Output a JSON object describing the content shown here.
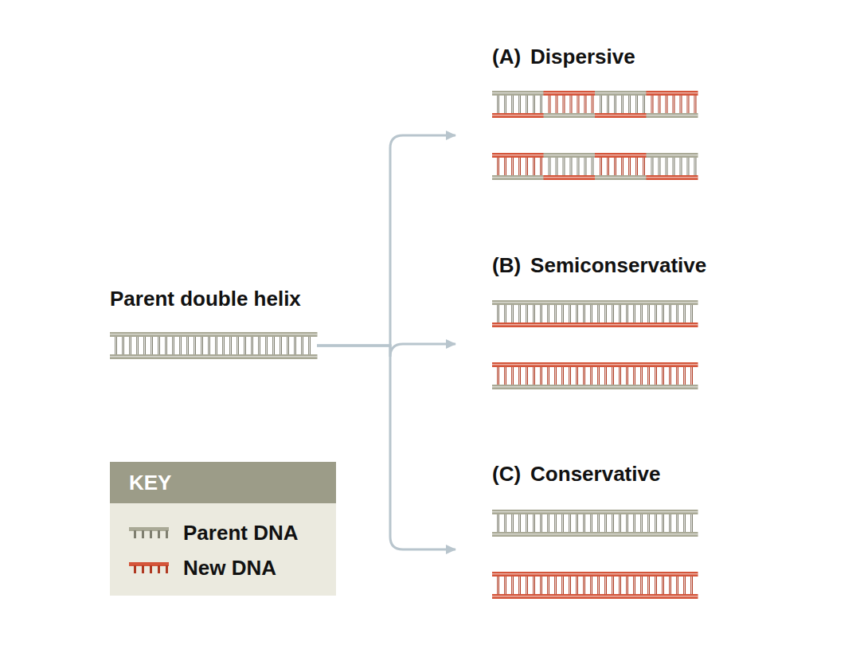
{
  "diagram": {
    "nodes": [
      {
        "text": [
          "Parent double helix"
        ]
      },
      {
        "text": [
          "(A)",
          "Dispersive"
        ]
      },
      {
        "text": [
          "(B)",
          "Semiconservative"
        ]
      },
      {
        "text": [
          "(C)",
          "Conservative"
        ]
      }
    ],
    "edges": [
      {
        "from": 0,
        "to": 1,
        "arrow": "to"
      },
      {
        "from": 0,
        "to": 2,
        "arrow": "to"
      },
      {
        "from": 0,
        "to": 3,
        "arrow": "to"
      }
    ],
    "labels": [
      "KEY"
    ],
    "legend": [
      {
        "text": "Parent DNA"
      },
      {
        "text": "New DNA"
      }
    ]
  }
}
